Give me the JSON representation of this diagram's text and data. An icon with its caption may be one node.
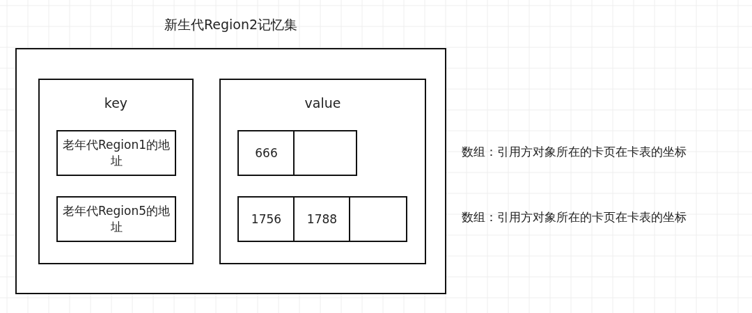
{
  "diagram": {
    "nodes": [
      {
        "text": [
          "新生代Region2记忆集"
        ]
      },
      {
        "text": [
          "key"
        ],
        "in": 0
      },
      {
        "text": [
          "value"
        ],
        "in": 0
      },
      {
        "text": [
          "老年代Region1的地址"
        ],
        "in": 1
      },
      {
        "text": [
          "老年代Region5的地址"
        ],
        "in": 1
      },
      {
        "text": [
          "666"
        ],
        "in": 2
      },
      {
        "text": [],
        "shape": "box",
        "in": 2
      },
      {
        "text": [
          "1756"
        ],
        "in": 2
      },
      {
        "text": [
          "1788"
        ],
        "in": 2
      },
      {
        "text": [],
        "shape": "box",
        "in": 2
      }
    ],
    "labels": [
      "数组：引用方对象所在的卡页在卡表的坐标",
      "数组：引用方对象所在的卡页在卡表的坐标"
    ]
  }
}
